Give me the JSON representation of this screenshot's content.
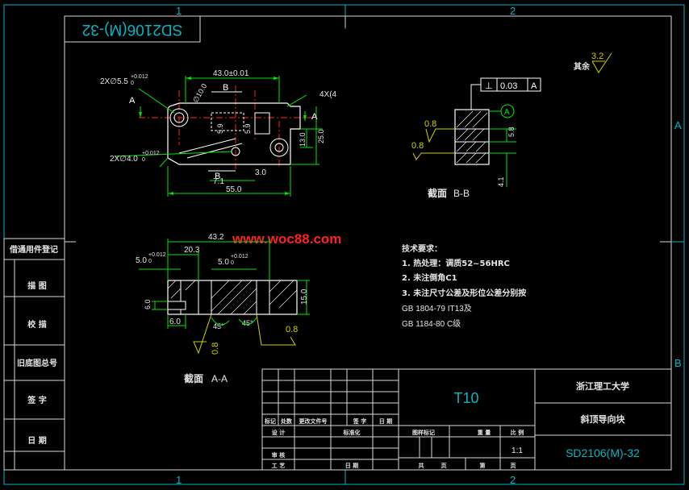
{
  "frame": {
    "zone_top": [
      "1",
      "2"
    ],
    "zone_bottom": [
      "1",
      "2"
    ],
    "zone_right": [
      "A",
      "B"
    ]
  },
  "drawing_number_box": "SD2106(M)-32",
  "watermark": "www.woc88.com",
  "roughness_rest": {
    "label": "其余",
    "value": "3.2"
  },
  "top_view": {
    "dims": {
      "hole2_callout": "2X∅5.5",
      "hole2_tol": "+0.012",
      "hole2_tol_low": "0",
      "length_43": "43.0±0.01",
      "dia10": "∅10.0",
      "chamfer": "4X(4",
      "d59a": "5.9",
      "d59b": "5.9",
      "d130": "13.0",
      "d250": "25.0",
      "hole4_callout": "2X∅4.0",
      "hole4_tol": "+0.012",
      "hole4_tol_low": "0",
      "d71": "7.1",
      "d30": "3.0",
      "d550": "55.0"
    },
    "section_marks": [
      "A",
      "A",
      "B",
      "B"
    ]
  },
  "section_bb": {
    "title": "截面",
    "label": "B-B",
    "tolerance_frame": [
      "⊥",
      "0.03",
      "A"
    ],
    "datum": "A",
    "roughness": [
      "0.8",
      "0.8"
    ],
    "dims": {
      "d58": "5.8",
      "d41": "4.1"
    }
  },
  "section_aa": {
    "title": "截面",
    "label": "A-A",
    "dims": {
      "d432": "43.2",
      "d203": "20.3",
      "d50a": "5.0",
      "d50a_tol": "+0.012",
      "d50a_tol_low": "0",
      "d50b": "5.0",
      "d50b_tol": "+0.012",
      "d50b_tol_low": "0",
      "d60v": "6.0",
      "d60h": "6.0",
      "d150": "15.0",
      "ang1": "45°",
      "ang2": "45°"
    },
    "roughness": [
      "0.8",
      "0.8"
    ]
  },
  "tech_req": {
    "title": "技术要求：",
    "lines": [
      "1. 热处理：调质52~56HRC",
      "2. 未注倒角C1",
      "3. 未注尺寸公差及形位公差分别按",
      "GB 1804-79  IT13及",
      "GB 1184-80  C级"
    ]
  },
  "left_strip": [
    "借通用件登记",
    "描   图",
    "校   描",
    "旧底图总号",
    "签   字",
    "日   期"
  ],
  "title_block": {
    "material": "T10",
    "school": "浙江理工大学",
    "part_name": "斜顶导向块",
    "drawing_no": "SD2106(M)-32",
    "row_headers": [
      "标记",
      "处数",
      "更改文件号",
      "签 字",
      "日 期"
    ],
    "roles": [
      "设 计",
      "标准化",
      "审 核",
      "工 艺",
      "日 期"
    ],
    "stage_headers": [
      "图样标记",
      "重 量",
      "比 例"
    ],
    "scale": "1:1",
    "sheet": [
      "共",
      "页",
      "第",
      "页"
    ]
  }
}
